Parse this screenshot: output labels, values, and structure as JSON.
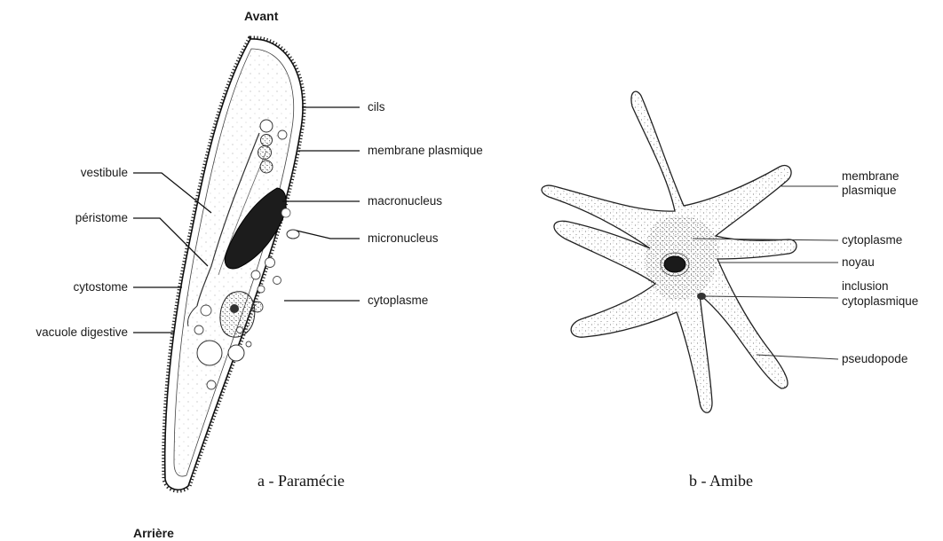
{
  "paramecium": {
    "top_label": "Avant",
    "bottom_label": "Arrière",
    "caption": "a - Paramécie",
    "left_labels": [
      "vestibule",
      "péristome",
      "cytostome",
      "vacuole digestive"
    ],
    "right_labels": [
      "cils",
      "membrane plasmique",
      "macronucleus",
      "micronucleus",
      "cytoplasme"
    ]
  },
  "amoeba": {
    "caption": "b - Amibe",
    "labels": {
      "membrane_1": "membrane",
      "membrane_2": "plasmique",
      "cytoplasme": "cytoplasme",
      "noyau": "noyau",
      "inclusion_1": "inclusion",
      "inclusion_2": "cytoplasmique",
      "pseudopode": "pseudopode"
    }
  }
}
